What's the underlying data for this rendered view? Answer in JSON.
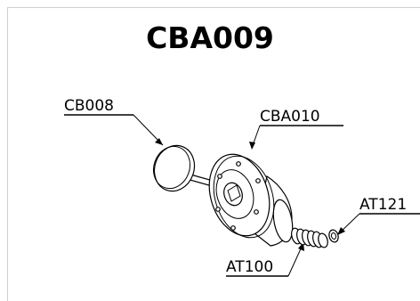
{
  "drawing": {
    "title": "CBA009",
    "callouts": {
      "cb008": "CB008",
      "cba010": "CBA010",
      "at121": "AT121",
      "at100": "AT100"
    }
  }
}
